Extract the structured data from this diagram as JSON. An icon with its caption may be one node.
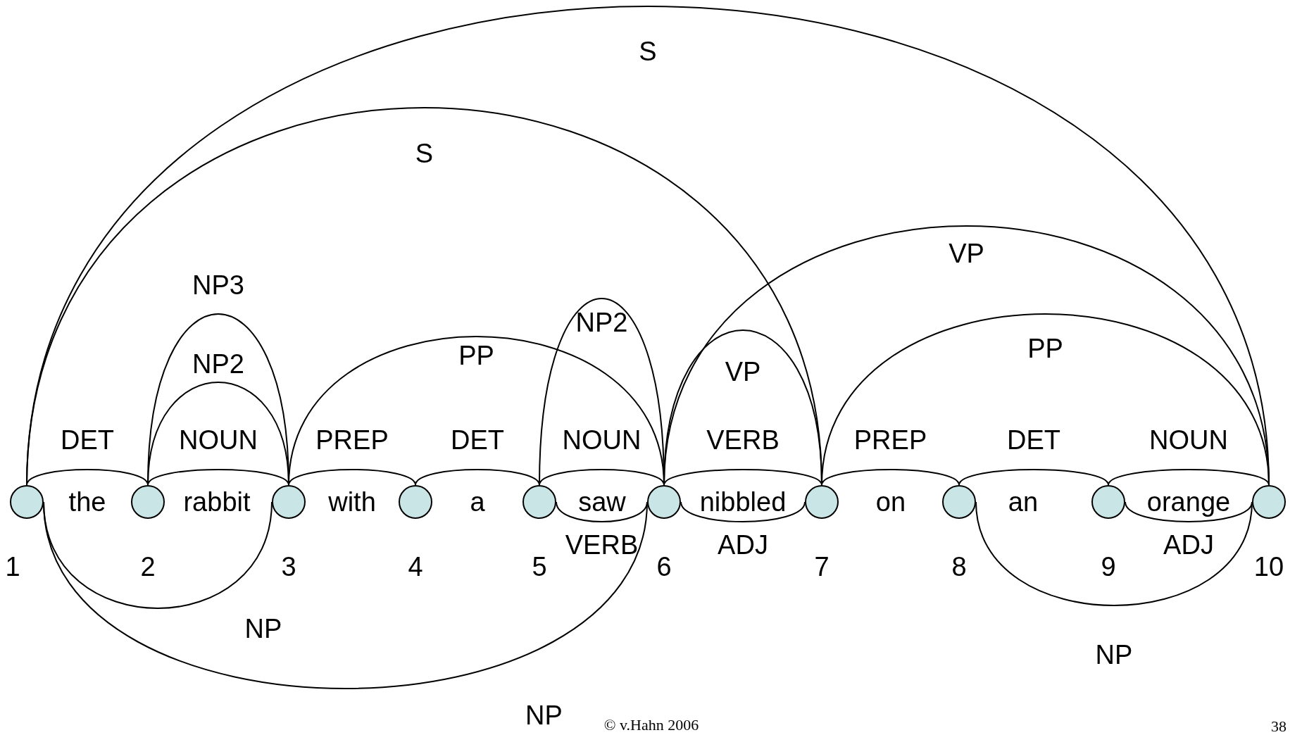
{
  "diagram": {
    "nodes": [
      {
        "text": [],
        "shape": "circle",
        "beside": [
          "1"
        ]
      },
      {
        "text": [],
        "shape": "circle",
        "beside": [
          "2"
        ]
      },
      {
        "text": [],
        "shape": "circle",
        "beside": [
          "3"
        ]
      },
      {
        "text": [],
        "shape": "circle",
        "beside": [
          "4"
        ]
      },
      {
        "text": [],
        "shape": "circle",
        "beside": [
          "5"
        ]
      },
      {
        "text": [],
        "shape": "circle",
        "beside": [
          "6"
        ]
      },
      {
        "text": [],
        "shape": "circle",
        "beside": [
          "7"
        ]
      },
      {
        "text": [],
        "shape": "circle",
        "beside": [
          "8"
        ]
      },
      {
        "text": [],
        "shape": "circle",
        "beside": [
          "9"
        ]
      },
      {
        "text": [],
        "shape": "circle",
        "beside": [
          "10"
        ]
      }
    ],
    "edges": [
      {
        "from": 0,
        "to": 1,
        "arrow": "none",
        "label": "DET"
      },
      {
        "from": 1,
        "to": 2,
        "arrow": "none",
        "label": "NOUN"
      },
      {
        "from": 1,
        "to": 2,
        "arrow": "none",
        "label": "NP2"
      },
      {
        "from": 1,
        "to": 2,
        "arrow": "none",
        "label": "NP3"
      },
      {
        "from": 2,
        "to": 3,
        "arrow": "none",
        "label": "PREP"
      },
      {
        "from": 3,
        "to": 4,
        "arrow": "none",
        "label": "DET"
      },
      {
        "from": 2,
        "to": 5,
        "arrow": "none",
        "label": "PP"
      },
      {
        "from": 4,
        "to": 5,
        "arrow": "none",
        "label": "NOUN"
      },
      {
        "from": 4,
        "to": 5,
        "arrow": "none",
        "label": "NP2"
      },
      {
        "from": 5,
        "to": 6,
        "arrow": "none",
        "label": "VERB"
      },
      {
        "from": 5,
        "to": 6,
        "arrow": "none",
        "label": "VP"
      },
      {
        "from": 6,
        "to": 7,
        "arrow": "none",
        "label": "PREP"
      },
      {
        "from": 7,
        "to": 8,
        "arrow": "none",
        "label": "DET"
      },
      {
        "from": 8,
        "to": 9,
        "arrow": "none",
        "label": "NOUN"
      },
      {
        "from": 6,
        "to": 9,
        "arrow": "none",
        "label": "PP"
      },
      {
        "from": 5,
        "to": 9,
        "arrow": "none",
        "label": "VP"
      },
      {
        "from": 0,
        "to": 6,
        "arrow": "none",
        "label": "S"
      },
      {
        "from": 0,
        "to": 9,
        "arrow": "none",
        "label": "S"
      },
      {
        "from": 4,
        "to": 5,
        "arrow": "none",
        "label": "VERB"
      },
      {
        "from": 5,
        "to": 6,
        "arrow": "none",
        "label": "ADJ"
      },
      {
        "from": 8,
        "to": 9,
        "arrow": "none",
        "label": "ADJ"
      },
      {
        "from": 0,
        "to": 2,
        "arrow": "none",
        "label": "NP"
      },
      {
        "from": 7,
        "to": 9,
        "arrow": "none",
        "label": "NP"
      },
      {
        "from": 0,
        "to": 5,
        "arrow": "none",
        "label": "NP"
      }
    ],
    "labels": [
      "the",
      "rabbit",
      "with",
      "a",
      "saw",
      "nibbled",
      "on",
      "an",
      "orange",
      "© v.Hahn 2006",
      "38"
    ]
  }
}
